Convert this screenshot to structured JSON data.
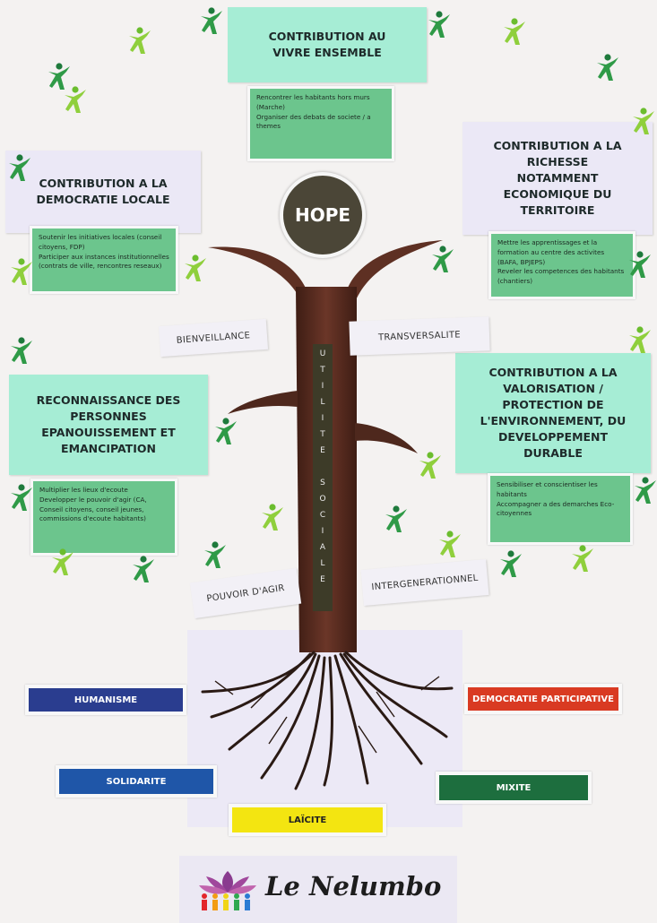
{
  "top_title": "CONTRIBUTION AU VIVRE ENSEMBLE",
  "top_note": [
    "Rencontrer les habitants hors murs (Marche)",
    "Organiser des debats de societe / a themes"
  ],
  "left1_title": "CONTRIBUTION A LA DEMOCRATIE LOCALE",
  "left1_note": [
    "Soutenir les initiatives locales (conseil citoyens, FDP)",
    "Participer aux instances institutionnelles (contrats de ville, rencontres reseaux)"
  ],
  "right1_title": "CONTRIBUTION A LA RICHESSE NOTAMMENT ECONOMIQUE DU TERRITOIRE",
  "right1_note": [
    "Mettre les apprentissages et la formation au centre des activites (BAFA, BPJEPS)",
    "Reveler les competences des habitants (chantiers)"
  ],
  "left2_title": "RECONNAISSANCE DES PERSONNES EPANOUISSEMENT ET EMANCIPATION",
  "left2_note": [
    "Multiplier les lieux d'ecoute",
    "Developper le pouvoir d'agir (CA, Conseil citoyens, conseil jeunes, commissions d'ecoute habitants)"
  ],
  "right2_title": "CONTRIBUTION A LA VALORISATION / PROTECTION DE L'ENVIRONNEMENT, DU DEVELOPPEMENT DURABLE",
  "right2_note": [
    "Sensibiliser et conscientiser les habitants",
    "Accompagner a des demarches Eco-citoyennes"
  ],
  "hope": "HOPE",
  "trunk_word": [
    "U",
    "T",
    "I",
    "L",
    "I",
    "T",
    "E",
    "",
    "S",
    "O",
    "C",
    "I",
    "A",
    "L",
    "E"
  ],
  "tags": {
    "bienveillance": "BIENVEILLANCE",
    "transversalite": "TRANSVERSALITE",
    "pouvoir": "POUVOIR D'AGIR",
    "intergenerationnel": "INTERGENERATIONNEL"
  },
  "values": {
    "humanisme": "HUMANISME",
    "democratie": "DEMOCRATIE PARTICIPATIVE",
    "solidarite": "SOLIDARITE",
    "mixite": "MIXITE",
    "laicite": "LAÏCITE"
  },
  "logo_text": "Le Nelumbo",
  "colors": {
    "humanisme": "#2a3d8f",
    "democratie": "#d93a22",
    "solidarite": "#1f56a8",
    "mixite": "#1d6e3e",
    "laicite": "#f3e511",
    "mint": "#a6edd5",
    "note_green": "#6cc58d",
    "trunk": "#5e3023"
  },
  "decorations": [
    "person-figure-icon"
  ]
}
